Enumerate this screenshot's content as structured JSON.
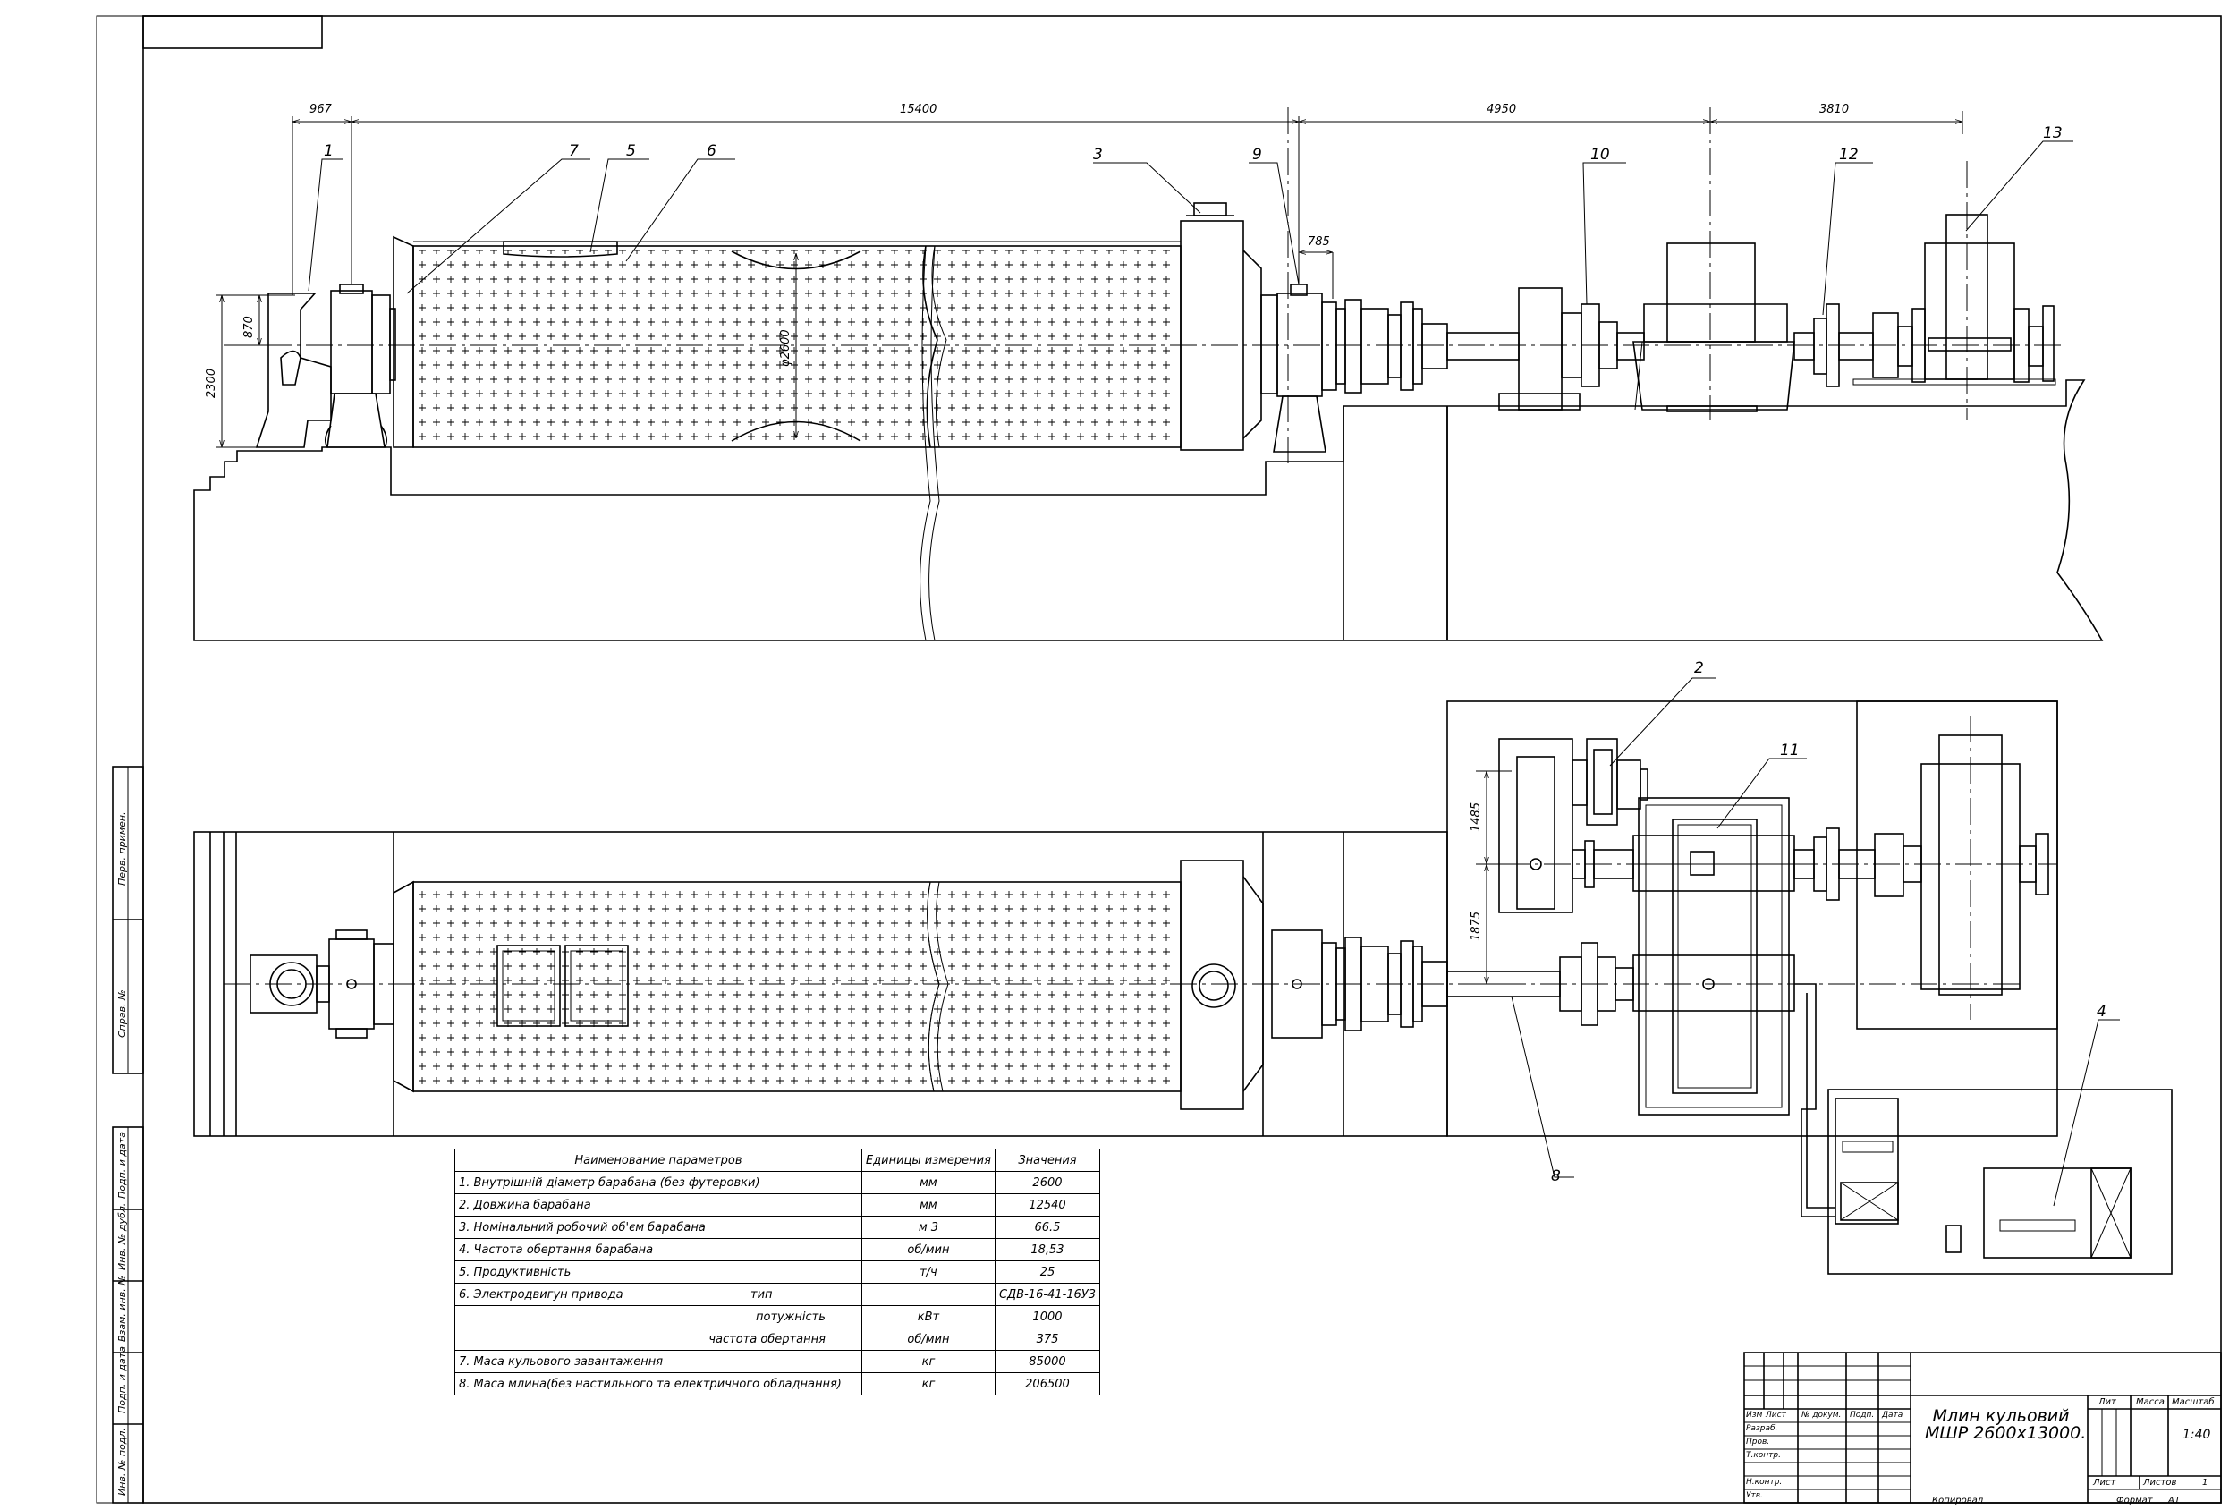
{
  "dimensions": {
    "d967": "967",
    "d15400": "15400",
    "d4950": "4950",
    "d3810": "3810",
    "d785": "785",
    "d870": "870",
    "d2300": "2300",
    "d2600": "φ2600",
    "d1485": "1485",
    "d1875": "1875"
  },
  "callouts": [
    "1",
    "2",
    "3",
    "4",
    "5",
    "6",
    "7",
    "8",
    "9",
    "10",
    "11",
    "12",
    "13"
  ],
  "params_table": {
    "headers": [
      "Наименование параметров",
      "Единицы измерения",
      "Значения"
    ],
    "rows": [
      {
        "name": "1. Внутрішній діаметр барабана (без футеровки)",
        "unit": "мм",
        "value": "2600"
      },
      {
        "name": "2. Довжина барабана",
        "unit": "мм",
        "value": "12540"
      },
      {
        "name": "3. Номінальний робочий об'єм барабана",
        "unit": "м 3",
        "value": "66.5"
      },
      {
        "name": "4. Частота обертання барабана",
        "unit": "об/мин",
        "value": "18,53"
      },
      {
        "name": "5. Продуктивність",
        "unit": "т/ч",
        "value": "25"
      },
      {
        "name": "6. Электродвигун привода",
        "sub": "тип",
        "unit": "",
        "value": "СДВ-16-41-16У3"
      },
      {
        "name": "",
        "sub": "потужність",
        "unit": "кВт",
        "value": "1000"
      },
      {
        "name": "",
        "sub": "частота обертання",
        "unit": "об/мин",
        "value": "375"
      },
      {
        "name": "7. Маса кульового завантаження",
        "unit": "кг",
        "value": "85000"
      },
      {
        "name": "8. Маса млина(без настильного та електричного обладнання)",
        "unit": "кг",
        "value": "206500"
      }
    ]
  },
  "title_block": {
    "title_line1": "Млин кульовий",
    "title_line2": "МШР 2600х13000.",
    "col_headers": [
      "Изм",
      "Лист",
      "№ докум.",
      "Подп.",
      "Дата"
    ],
    "roles": [
      "Разраб.",
      "Пров.",
      "Т.контр.",
      "",
      "Н.контр.",
      "Утв."
    ],
    "lit_label": "Лит",
    "mass_label": "Масса",
    "scale_label": "Масштаб",
    "scale_value": "1:40",
    "sheet_label": "Лист",
    "sheets_label": "Листов",
    "sheets_value": "1",
    "copied": "Копировал",
    "format": "Формат",
    "format_value": "А1"
  },
  "side_stamps": [
    "Перв. примен.",
    "Справ. №",
    "Подп. и дата",
    "Инв. № дубл.",
    "Взам. инв. №",
    "Подп. и дата",
    "Инв. № подл."
  ]
}
